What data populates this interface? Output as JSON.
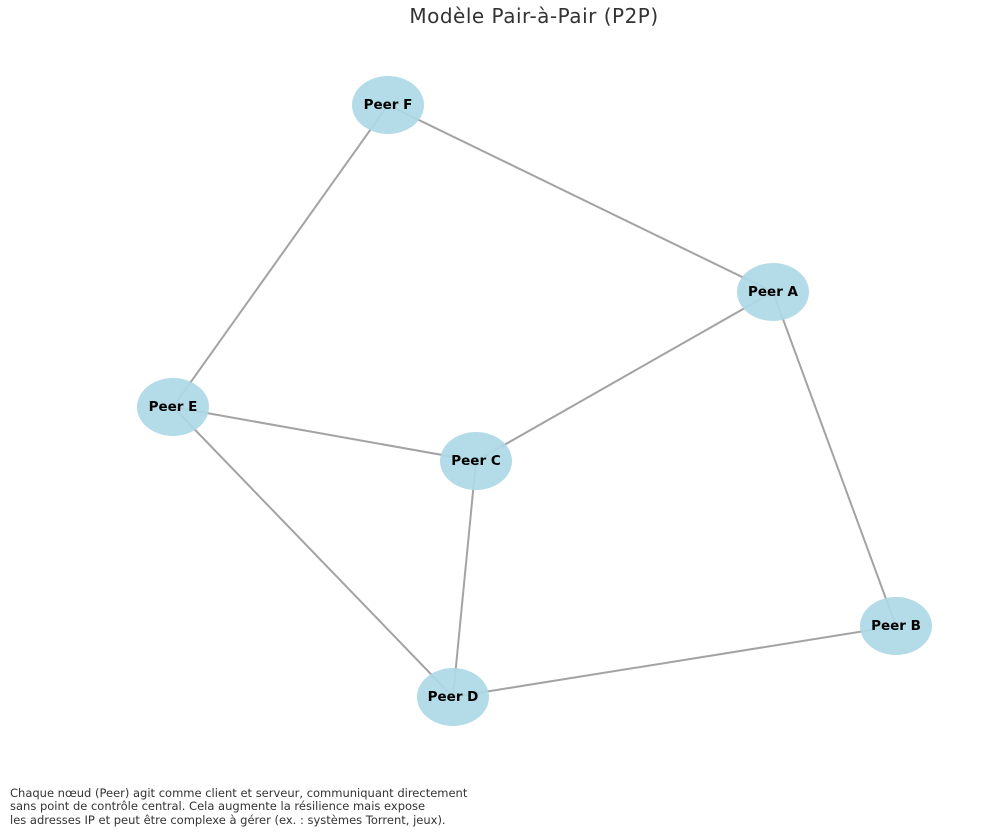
{
  "title": "Modèle Pair-à-Pair (P2P)",
  "nodes": [
    {
      "id": "A",
      "label": "Peer A"
    },
    {
      "id": "B",
      "label": "Peer B"
    },
    {
      "id": "C",
      "label": "Peer C"
    },
    {
      "id": "D",
      "label": "Peer D"
    },
    {
      "id": "E",
      "label": "Peer E"
    },
    {
      "id": "F",
      "label": "Peer F"
    }
  ],
  "edges": [
    [
      "F",
      "A"
    ],
    [
      "F",
      "E"
    ],
    [
      "A",
      "C"
    ],
    [
      "A",
      "B"
    ],
    [
      "E",
      "C"
    ],
    [
      "E",
      "D"
    ],
    [
      "C",
      "D"
    ],
    [
      "D",
      "B"
    ]
  ],
  "colors": {
    "node_fill": "#add8e6",
    "edge": "#a3a3a3",
    "text": "#000000",
    "title": "#333333"
  },
  "caption": [
    "Chaque nœud (Peer) agit comme client et serveur, communiquant directement",
    "sans point de contrôle central. Cela augmente la résilience mais expose",
    "les adresses IP et peut être complexe à gérer (ex. : systèmes Torrent, jeux)."
  ]
}
